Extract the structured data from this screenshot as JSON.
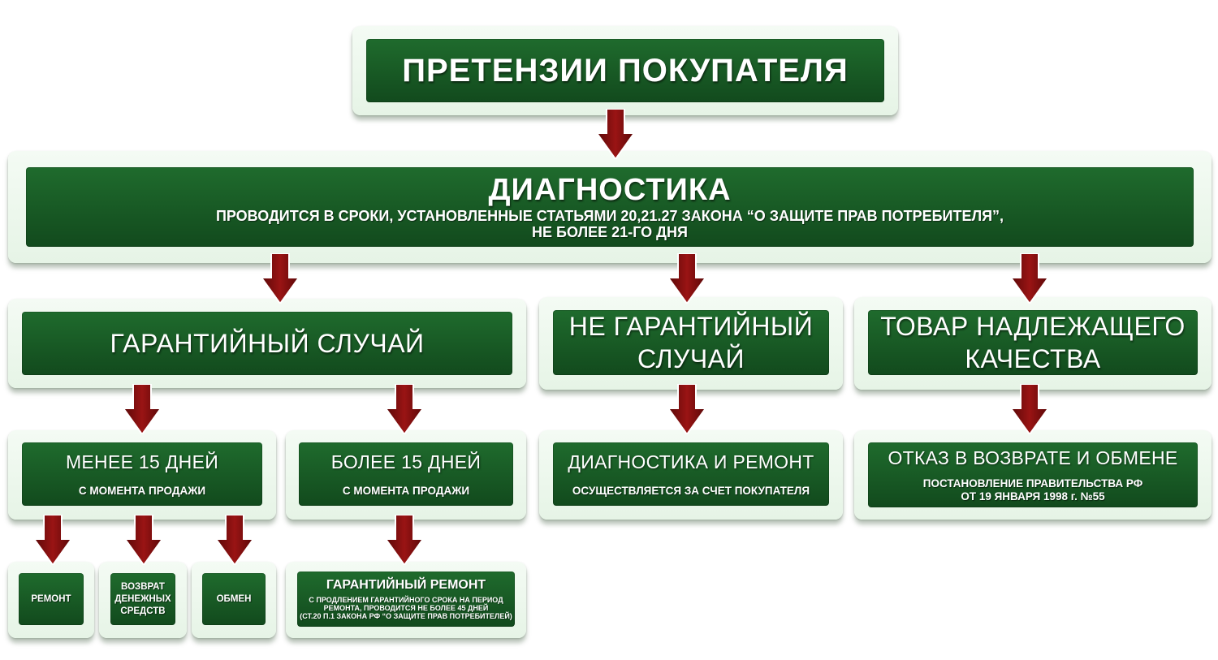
{
  "title": "ПРЕТЕНЗИИ ПОКУПАТЕЛЯ",
  "diagnostics": {
    "title": "ДИАГНОСТИКА",
    "line1": "ПРОВОДИТСЯ В СРОКИ, УСТАНОВЛЕННЫЕ СТАТЬЯМИ 20,21.27 ЗАКОНА “О ЗАЩИТЕ ПРАВ ПОТРЕБИТЕЛЯ”,",
    "line2": "НЕ БОЛЕЕ 21-ГО ДНЯ"
  },
  "warranty": {
    "title": "ГАРАНТИЙНЫЙ СЛУЧАЙ"
  },
  "non_warranty": {
    "line1": "НЕ ГАРАНТИЙНЫЙ",
    "line2": "СЛУЧАЙ"
  },
  "proper_quality": {
    "line1": "ТОВАР НАДЛЕЖАЩЕГО",
    "line2": "КАЧЕСТВА"
  },
  "less15": {
    "title": "МЕНЕЕ 15 ДНЕЙ",
    "sub": "С МОМЕНТА ПРОДАЖИ"
  },
  "more15": {
    "title": "БОЛЕЕ 15 ДНЕЙ",
    "sub": "С МОМЕНТА ПРОДАЖИ"
  },
  "diag_repair": {
    "title": "ДИАГНОСТИКА И РЕМОНТ",
    "sub": "ОСУЩЕСТВЛЯЕТСЯ ЗА СЧЕТ ПОКУПАТЕЛЯ"
  },
  "refusal": {
    "title": "ОТКАЗ В ВОЗВРАТЕ И ОБМЕНЕ",
    "sub1": "ПОСТАНОВЛЕНИЕ ПРАВИТЕЛЬСТВА РФ",
    "sub2": "ОТ 19 ЯНВАРЯ 1998 г. №55"
  },
  "repair": "РЕМОНТ",
  "refund": {
    "line1": "ВОЗВРАТ",
    "line2": "ДЕНЕЖНЫХ",
    "line3": "СРЕДСТВ"
  },
  "exchange": "ОБМЕН",
  "warranty_repair": {
    "title": "ГАРАНТИЙНЫЙ РЕМОНТ",
    "sub1": "С ПРОДЛЕНИЕМ ГАРАНТИЙНОГО СРОКА НА ПЕРИОД",
    "sub2": "РЕМОНТА, ПРОВОДИТСЯ НЕ БОЛЕЕ 45 ДНЕЙ",
    "sub3": "(СТ.20 П.1 ЗАКОНА РФ “О ЗАЩИТЕ ПРАВ ПОТРЕБИТЕЛЕЙ)"
  },
  "colors": {
    "box_green": "#1a5e27",
    "card_bg": "#eaf6ea",
    "arrow_red": "#7a0c0c"
  }
}
